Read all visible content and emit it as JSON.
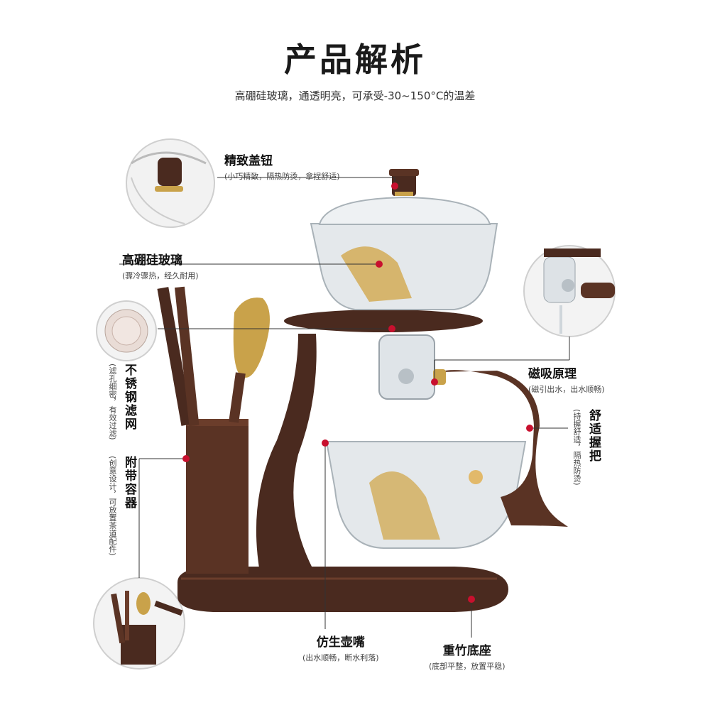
{
  "header": {
    "title": "产品解析",
    "subtitle": "高硼硅玻璃，通透明亮，可承受-30~150°C的温差"
  },
  "callouts": {
    "lid_knob": {
      "title": "精致盖钮",
      "desc": "(小巧精致，隔热防烫，拿捏舒适)"
    },
    "glass": {
      "title": "高硼硅玻璃",
      "desc": "(骤冷骤热，经久耐用)"
    },
    "filter": {
      "title": "不锈钢滤网",
      "desc": "(滤孔细密，有效过滤)"
    },
    "container": {
      "title": "附带容器",
      "desc": "(创意设计，可放置茶道配件)"
    },
    "magnetic": {
      "title": "磁吸原理",
      "desc": "(磁引出水，出水顺畅)"
    },
    "handle": {
      "title": "舒适握把",
      "desc": "(持握舒适，隔热防烫)"
    },
    "spout": {
      "title": "仿生壶嘴",
      "desc": "(出水顺畅，断水利落)"
    },
    "base": {
      "title": "重竹底座",
      "desc": "(底部平整，放置平稳)"
    }
  },
  "colors": {
    "wood": "#4a2a1f",
    "wood_light": "#6b3d2b",
    "gold": "#c9a24a",
    "glass": "#d9dde0",
    "dot": "#c8102e",
    "line": "#333333"
  }
}
